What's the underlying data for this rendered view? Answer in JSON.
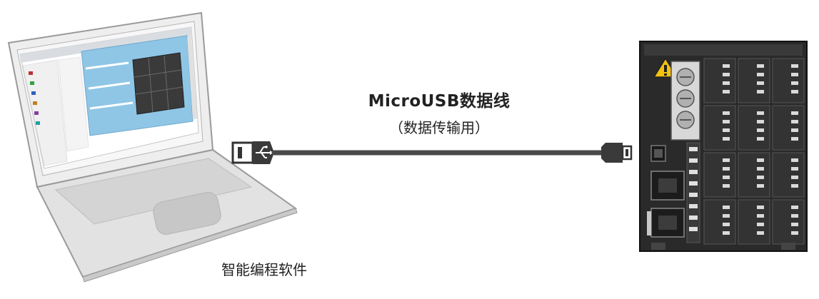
{
  "cable": {
    "title": "MicroUSB数据线",
    "subtitle": "（数据传输用）"
  },
  "laptop": {
    "caption": "智能编程软件"
  },
  "icons": {
    "usb_symbol": "usb-icon",
    "warning_symbol": "warning-icon"
  },
  "colors": {
    "cable": "#4a4a4a",
    "laptop_body": "#e6e6e6",
    "controller_body": "#2a2a2a",
    "screen_accent": "#8fc6e6",
    "warning": "#f4c20d"
  }
}
